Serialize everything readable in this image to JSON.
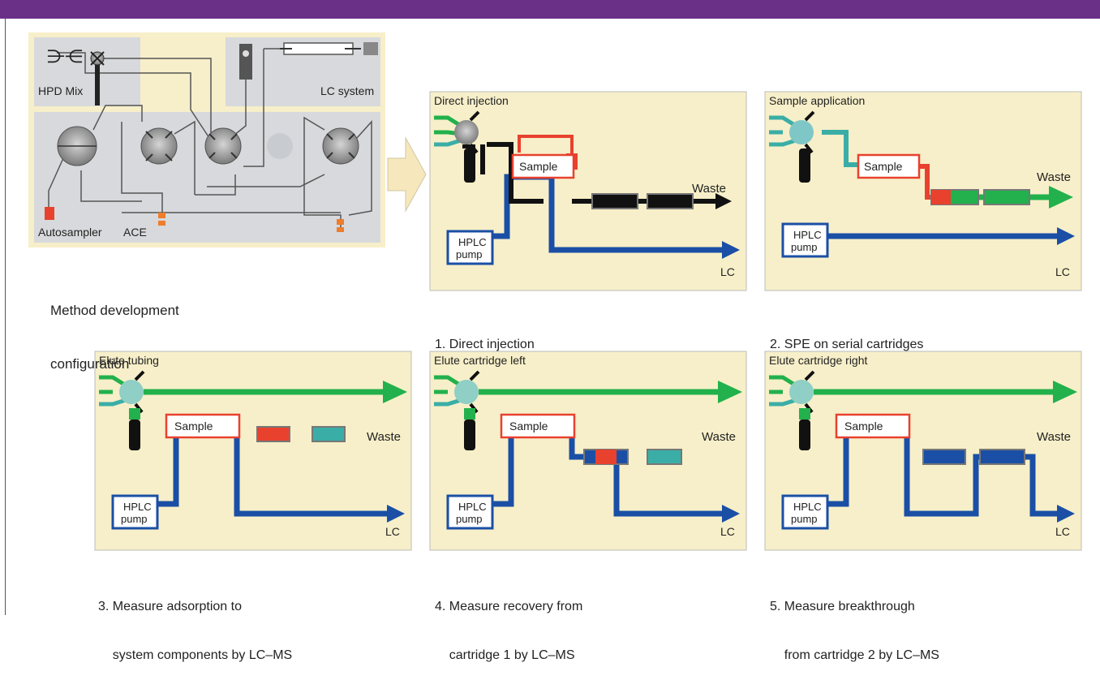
{
  "overview": {
    "hpd_mix": "HPD Mix",
    "lc_system": "LC system",
    "autosampler": "Autosampler",
    "ace": "ACE",
    "caption_line1": "Method development",
    "caption_line2": "configuration"
  },
  "labels": {
    "sample": "Sample",
    "waste": "Waste",
    "lc": "LC",
    "hplc": "HPLC",
    "pump": "pump"
  },
  "panels": [
    {
      "title": "Direct injection",
      "caption_line1": "1. Direct injection",
      "caption_line2": ""
    },
    {
      "title": "Sample application",
      "caption_line1": "2. SPE on serial cartridges",
      "caption_line2": ""
    },
    {
      "title": "Elute tubing",
      "caption_line1": "3. Measure adsorption to",
      "caption_line2": "    system components by LC–MS"
    },
    {
      "title": "Elute cartridge left",
      "caption_line1": "4. Measure recovery from",
      "caption_line2": "    cartridge 1 by LC–MS"
    },
    {
      "title": "Elute cartridge right",
      "caption_line1": "5. Measure breakthrough",
      "caption_line2": "    from cartridge 2 by LC–MS"
    }
  ],
  "colors": {
    "header": "#6a3088",
    "panel_bg": "#f7efc9",
    "green": "#22b14c",
    "blue": "#1a4fa5",
    "red": "#e8412e",
    "teal": "#3aaea6",
    "black": "#111111"
  }
}
